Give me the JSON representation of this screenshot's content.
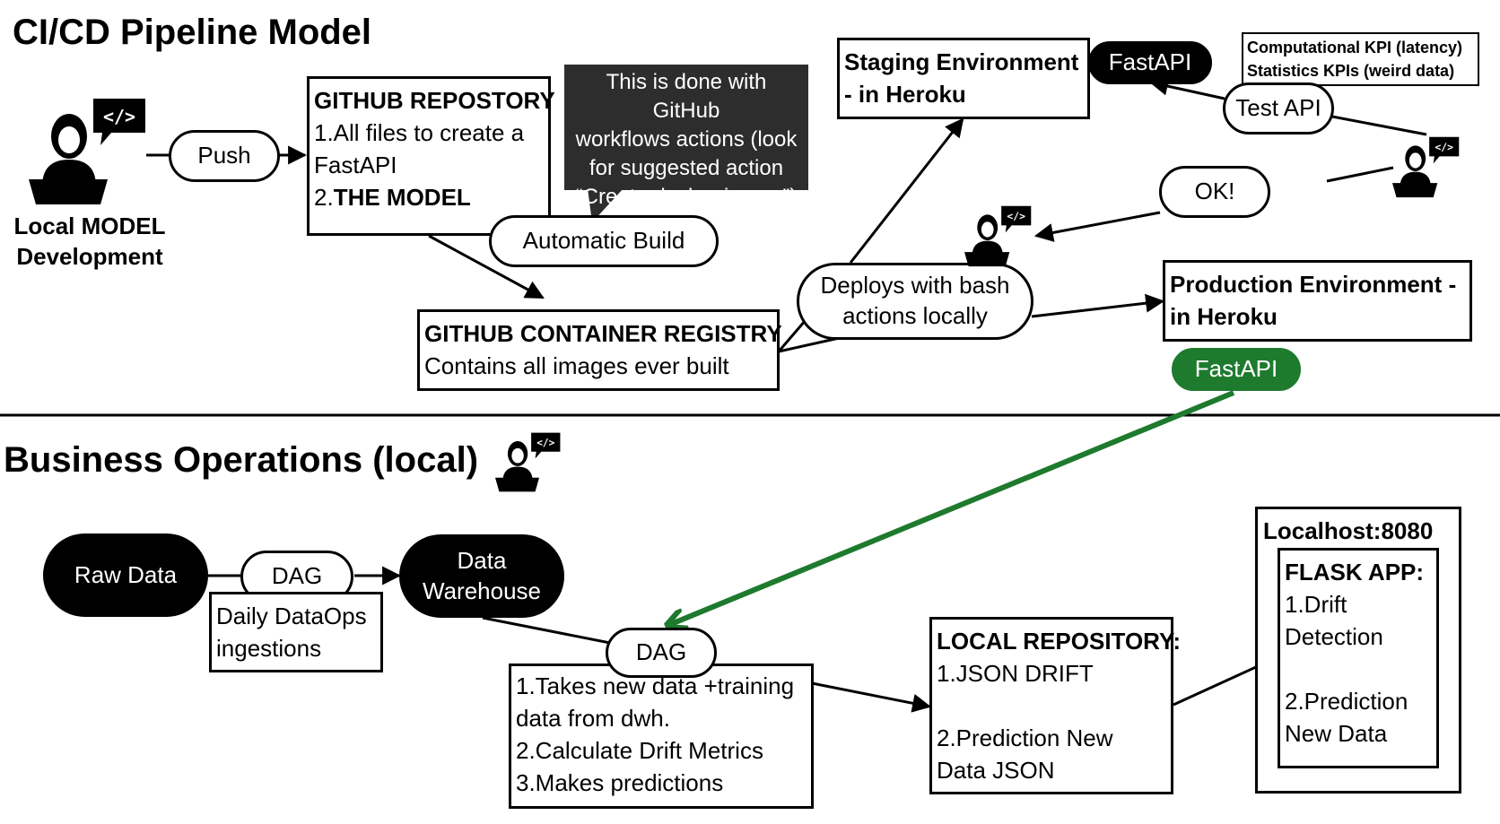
{
  "cicd": {
    "title": "CI/CD Pipeline Model",
    "local_dev_label_1": "Local MODEL",
    "local_dev_label_2": "Development",
    "push_label": "Push",
    "github_repo": {
      "title": "GITHUB REPOSTORY",
      "line1": "1.All files to create a",
      "line2": "FastAPI",
      "line3_prefix": "2.",
      "line3_bold": "THE MODEL"
    },
    "callout": {
      "line1": "This is done with GitHub",
      "line2": "workflows actions (look",
      "line3": "for suggested action",
      "line4": "“Create docker image”)"
    },
    "automatic_build_label": "Automatic Build",
    "container_registry": {
      "title": "GITHUB CONTAINER REGISTRY",
      "subtitle": "Contains all images ever built"
    },
    "deploys_label_1": "Deploys with bash",
    "deploys_label_2": "actions locally",
    "staging": {
      "line1": "Staging Environment",
      "line2": "- in Heroku"
    },
    "staging_api_label": "FastAPI",
    "kpi": {
      "line1": "Computational KPI (latency)",
      "line2": "Statistics KPIs (weird data)"
    },
    "test_api_label": "Test API",
    "ok_label": "OK!",
    "production": {
      "line1": "Production Environment -",
      "line2": "in Heroku"
    },
    "production_api_label": "FastAPI"
  },
  "business": {
    "title": "Business Operations (local)",
    "raw_data_label": "Raw Data",
    "dag1_label": "DAG",
    "ingestions_line1": "Daily DataOps",
    "ingestions_line2": "ingestions",
    "warehouse_line1": "Data",
    "warehouse_line2": "Warehouse",
    "dag2_label": "DAG",
    "dag_steps": {
      "line1": "1.Takes new data +training",
      "line2": "data from dwh.",
      "line3": "2.Calculate Drift Metrics",
      "line4": "3.Makes predictions"
    },
    "local_repo": {
      "title": "LOCAL REPOSITORY:",
      "line1": "1.JSON DRIFT",
      "line2": "2.Prediction New",
      "line3": "Data JSON"
    },
    "localhost_label": "Localhost:8080",
    "flask": {
      "title": "FLASK APP:",
      "line1": "1.Drift",
      "line2": "Detection",
      "line3": "2.Prediction",
      "line4": "New Data"
    }
  },
  "colors": {
    "accent_green": "#1e7a2d",
    "callout_bg": "#2d2d2d",
    "ink": "#000000"
  },
  "icons": [
    "developer-icon",
    "code-icon"
  ]
}
